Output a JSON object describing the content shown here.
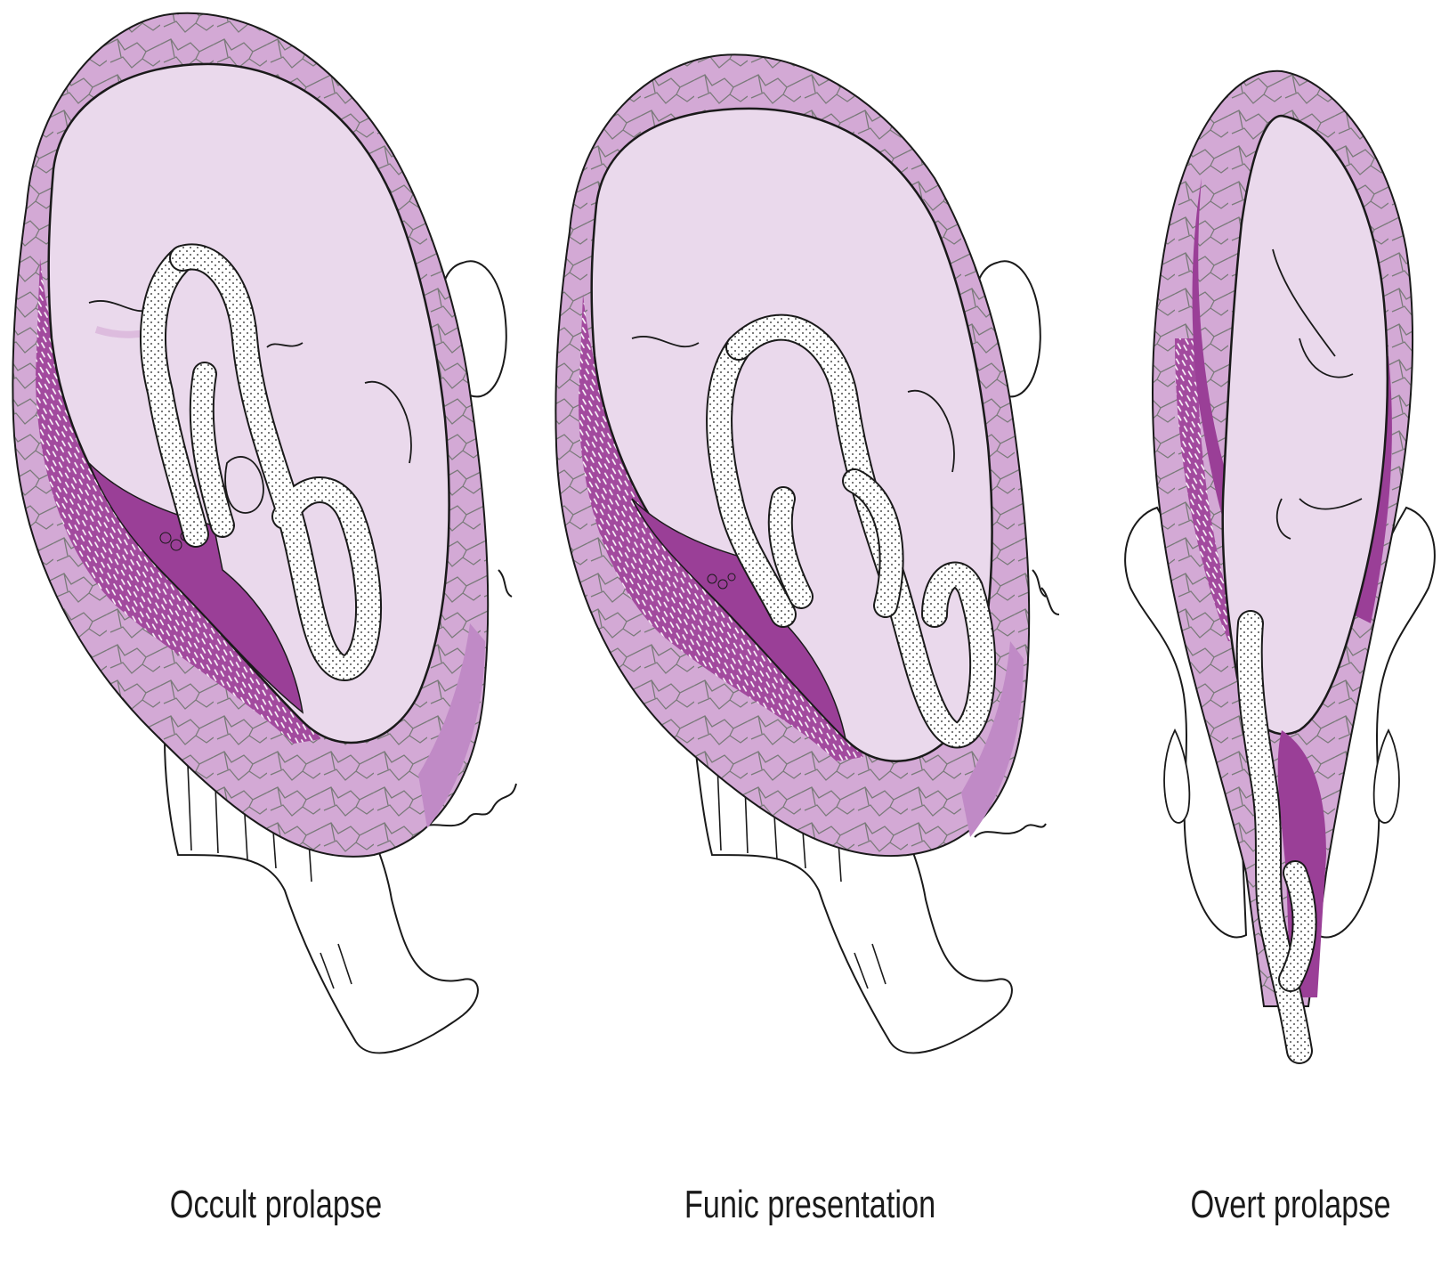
{
  "colors": {
    "uterus_wall": "#d3a9d5",
    "uterus_wall_dark": "#c08ac6",
    "amniotic_sac": "#ead9ec",
    "placenta": "#a24a9e",
    "membrane_dark": "#9a3f97",
    "cord": "#ffffff",
    "line": "#1a1a1a",
    "vessel_lines": "#7a7a7a"
  },
  "panels": [
    {
      "id": "occult",
      "caption": "Occult prolapse"
    },
    {
      "id": "funic",
      "caption": "Funic presentation"
    },
    {
      "id": "overt",
      "caption": "Overt prolapse"
    }
  ]
}
